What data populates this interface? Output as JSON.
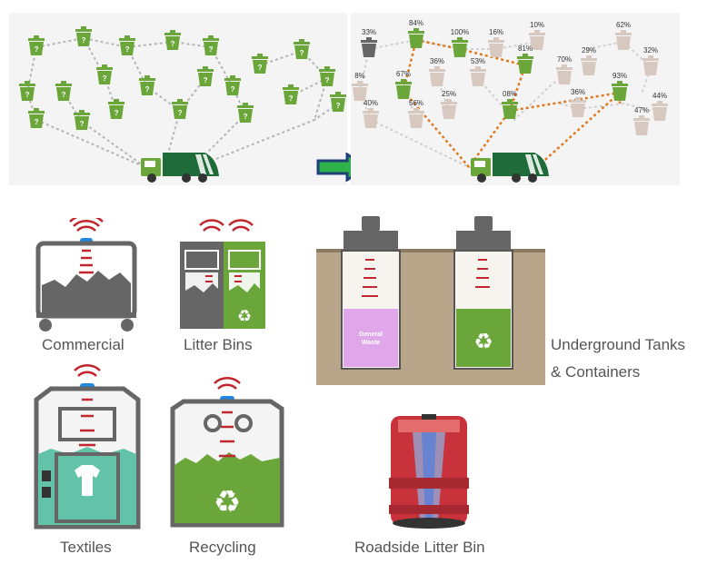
{
  "colors": {
    "bin_green": "#6aa63a",
    "truck_green": "#1f6b3a",
    "route_grey": "#b5b5b5",
    "route_orange": "#e07a1f",
    "sensor_red": "#c0262d",
    "arrow_blue": "#1f3e7a",
    "arrow_green": "#2fb34a",
    "soil": "#b8a58a"
  },
  "routing": {
    "before_bins": [
      "?",
      "?",
      "?",
      "?",
      "?",
      "?",
      "?",
      "?",
      "?",
      "?",
      "?",
      "?",
      "?",
      "?",
      "?",
      "?",
      "?",
      "?",
      "?",
      "?",
      "?"
    ],
    "after_percentages": [
      "33%",
      "84%",
      "100%",
      "16%",
      "10%",
      "8%",
      "36%",
      "81%",
      "53%",
      "70%",
      "29%",
      "62%",
      "32%",
      "67%",
      "25%",
      "08%",
      "93%",
      "44%",
      "40%",
      "56%",
      "36%",
      "47%"
    ]
  },
  "bin_types": {
    "commercial": "Commercial",
    "litter_bins": "Litter Bins",
    "underground": "Underground Tanks",
    "underground_line2": "& Containers",
    "general_waste": "General",
    "general_waste_line2": "Waste",
    "textiles": "Textiles",
    "recycling": "Recycling",
    "roadside": "Roadside Litter Bin"
  }
}
